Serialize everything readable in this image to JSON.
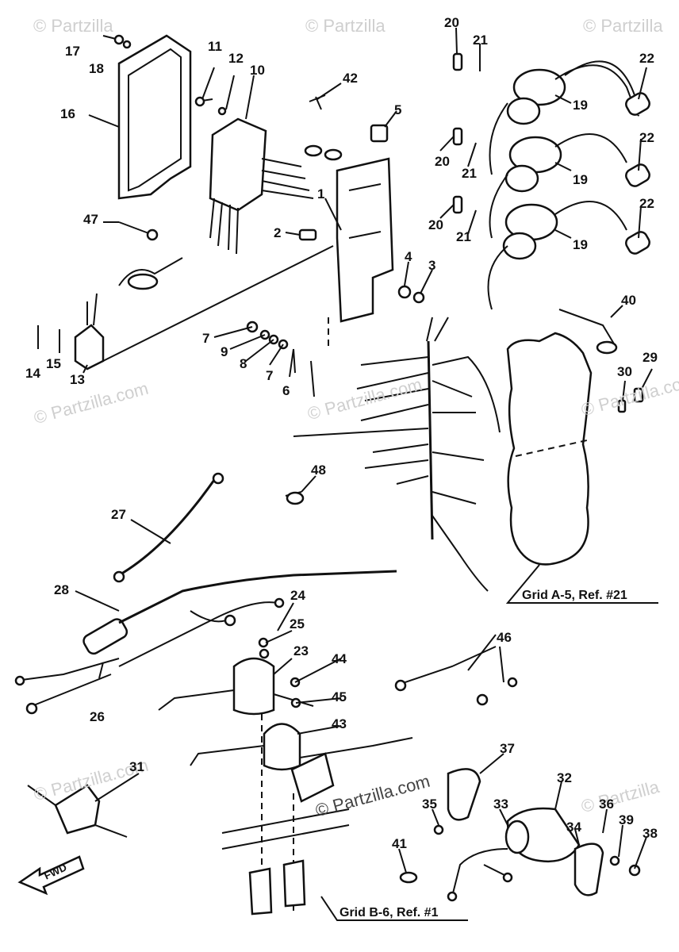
{
  "watermarks": [
    "© Partzilla",
    "© Partzilla",
    "© Partzilla",
    "© Partzilla.com",
    "© Partzilla.com",
    "© Partzilla.com",
    "© Partzilla.com",
    "© Partzilla.com",
    "© Partzilla"
  ],
  "part_labels": [
    "17",
    "18",
    "16",
    "11",
    "12",
    "10",
    "42",
    "5",
    "20",
    "21",
    "22",
    "19",
    "22",
    "20",
    "21",
    "19",
    "22",
    "20",
    "21",
    "19",
    "47",
    "1",
    "2",
    "4",
    "3",
    "13",
    "14",
    "15",
    "7",
    "9",
    "8",
    "7",
    "6",
    "40",
    "29",
    "30",
    "48",
    "27",
    "28",
    "24",
    "25",
    "23",
    "26",
    "44",
    "45",
    "43",
    "46",
    "31",
    "37",
    "32",
    "35",
    "33",
    "34",
    "36",
    "39",
    "38",
    "41"
  ],
  "grid_refs": [
    "Grid A-5, Ref. #21",
    "Grid B-6, Ref. #1"
  ],
  "fwd_label": "FWD"
}
